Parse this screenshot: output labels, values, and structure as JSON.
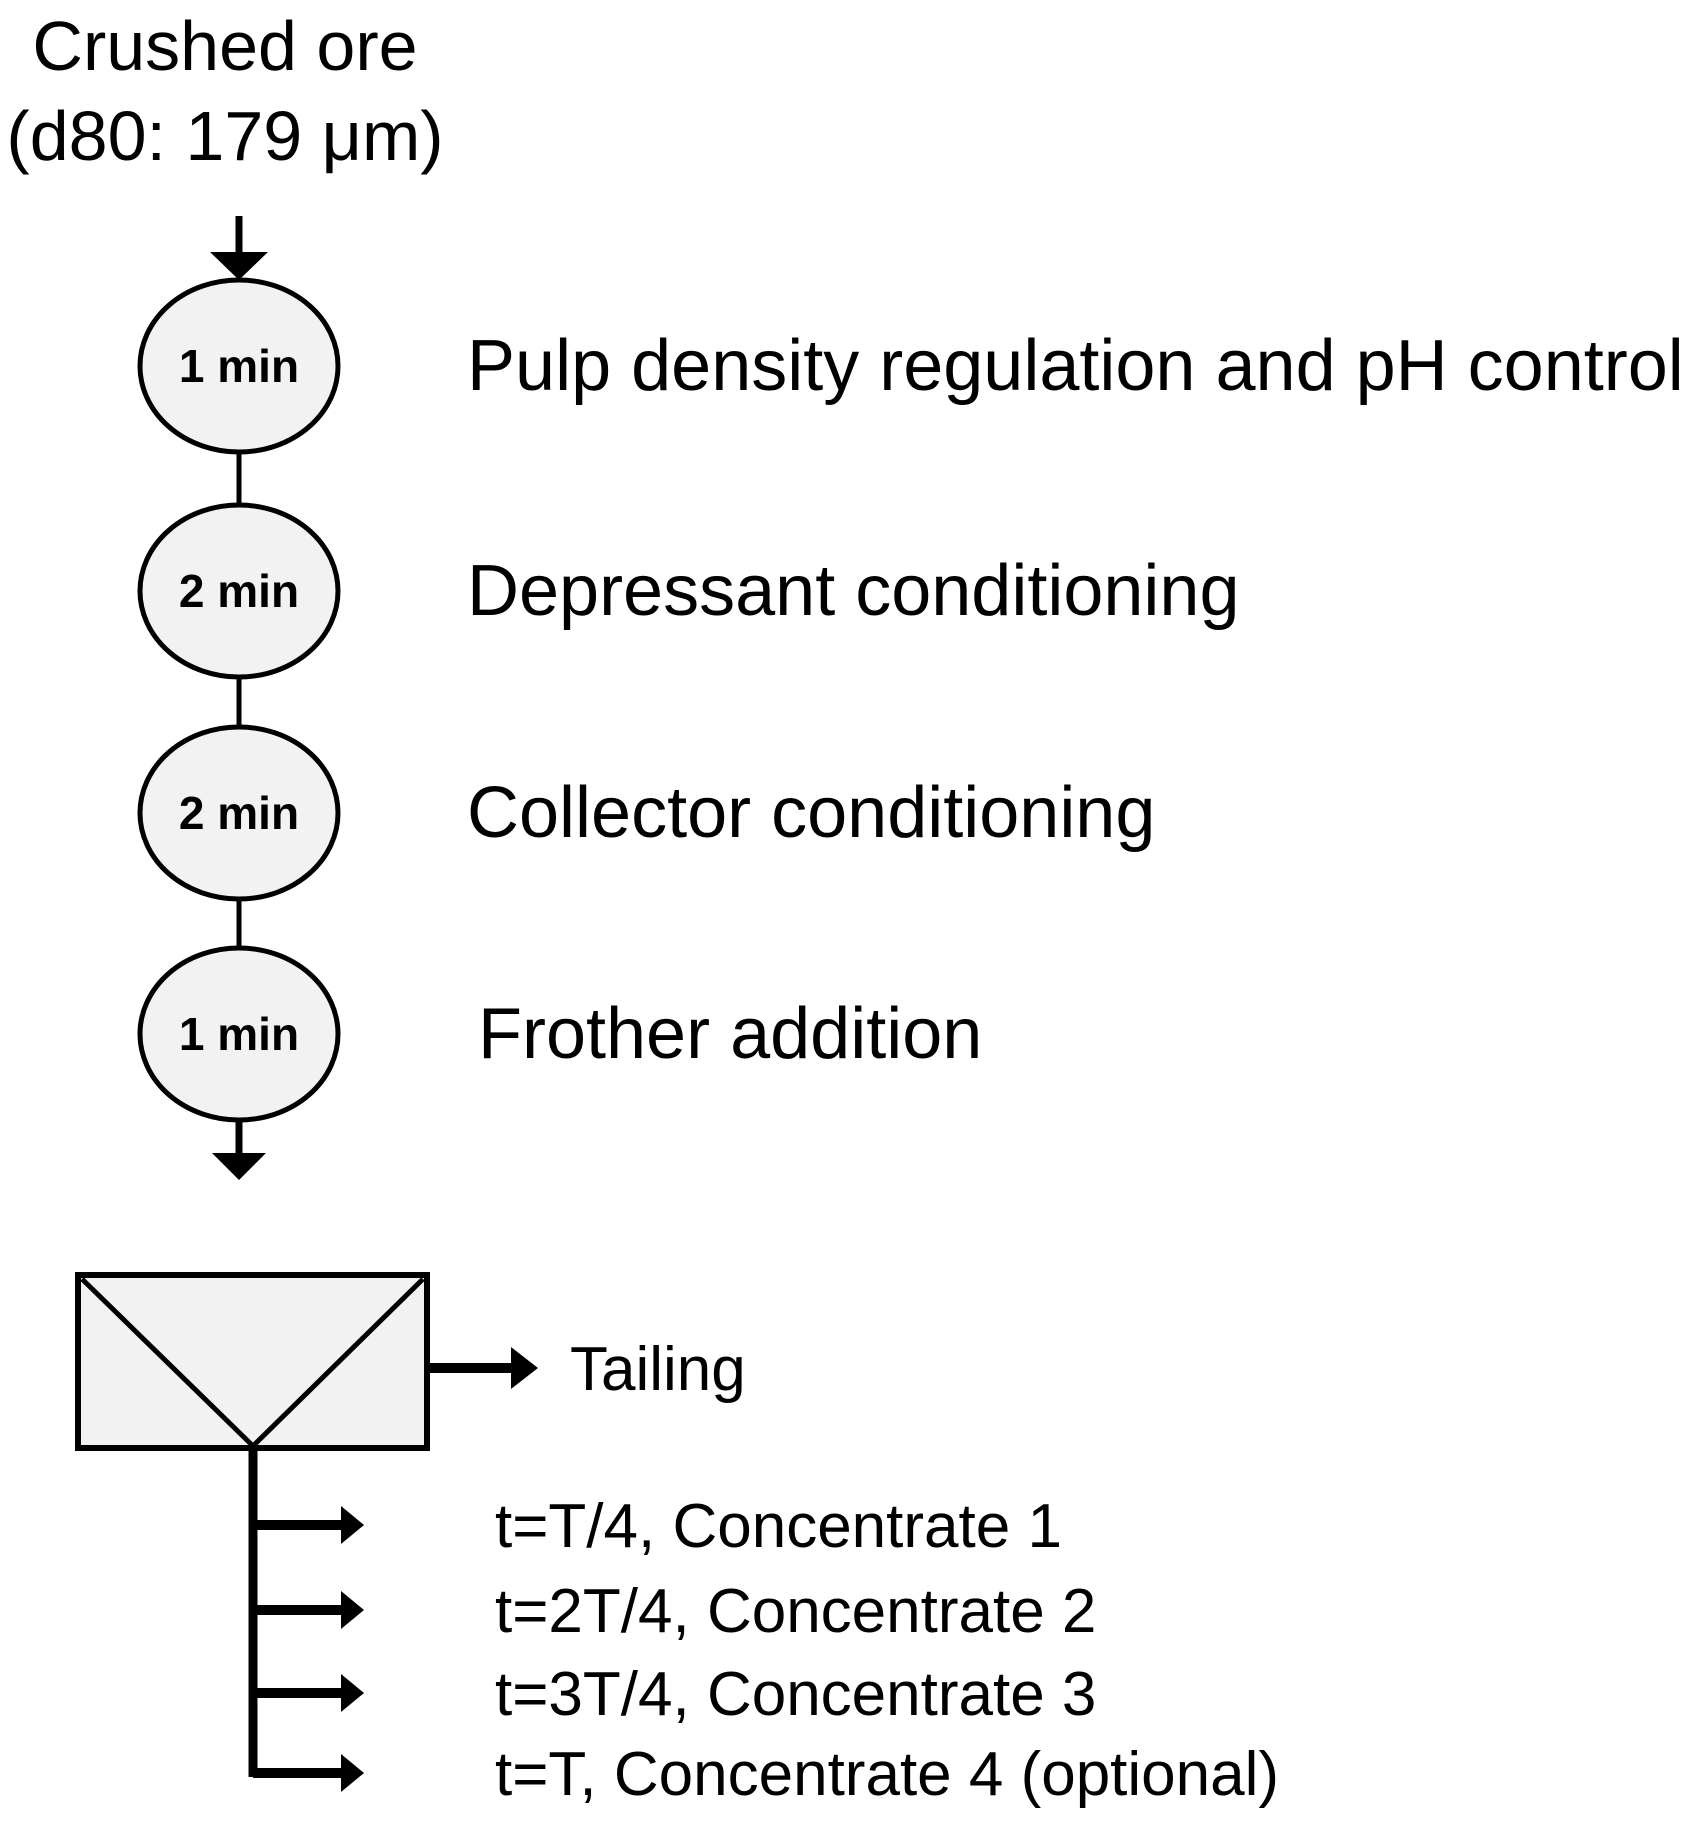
{
  "feed": {
    "line1": "Crushed ore",
    "line2": "(d80: 179 μm)"
  },
  "conditioning_steps": [
    {
      "duration": "1 min",
      "label": "Pulp density regulation and pH control"
    },
    {
      "duration": "2 min",
      "label": "Depressant conditioning"
    },
    {
      "duration": "2 min",
      "label": "Collector conditioning"
    },
    {
      "duration": "1 min",
      "label": "Frother addition"
    }
  ],
  "flotation_cell": {
    "tailing_label": "Tailing"
  },
  "concentrates": [
    {
      "label": "t=T/4, Concentrate 1"
    },
    {
      "label": "t=2T/4, Concentrate 2"
    },
    {
      "label": "t=3T/4, Concentrate 3"
    },
    {
      "label": "t=T, Concentrate 4 (optional)"
    }
  ],
  "colors": {
    "duration_text": "#c00000",
    "shape_fill": "#f2f2f2",
    "line": "#000000"
  }
}
